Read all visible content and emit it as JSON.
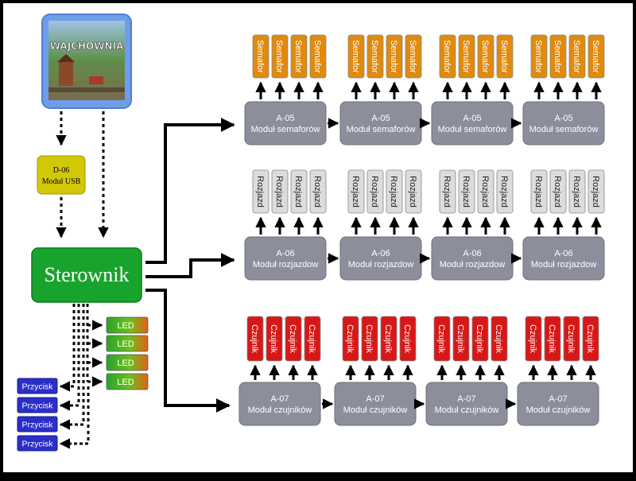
{
  "logo": {
    "text": "WAJCHOWNIA"
  },
  "usb": {
    "line1": "D-06",
    "line2": "Moduł USB"
  },
  "controller": {
    "label": "Sterownik"
  },
  "rows": [
    {
      "key": "semafor",
      "module_code": "A-05",
      "module_name": "Moduł semaforów",
      "leaf_label": "Semafor",
      "leaf_color": "#e08a0e",
      "leaf_text_color": "#ffffff"
    },
    {
      "key": "rozjazd",
      "module_code": "A-06",
      "module_name": "Moduł rozjazdow",
      "leaf_label": "Rozjazd",
      "leaf_color": "#dcdcdc",
      "leaf_text_color": "#222222"
    },
    {
      "key": "czujnik",
      "module_code": "A-07",
      "module_name": "Moduł czujników",
      "leaf_label": "Czujnik",
      "leaf_color": "#d81818",
      "leaf_text_color": "#ffffff"
    }
  ],
  "modules_per_row": 4,
  "leaves_per_module": 4,
  "leds": [
    "LED",
    "LED",
    "LED",
    "LED"
  ],
  "buttons": [
    "Przycisk",
    "Przycisk",
    "Przycisk",
    "Przycisk"
  ],
  "colors": {
    "frame": "#ffffff",
    "module": "#8d8e9c",
    "controller": "#18a42c",
    "usb": "#d2c808",
    "button": "#2b2fc8",
    "logo_border": "#5b8ee0"
  }
}
